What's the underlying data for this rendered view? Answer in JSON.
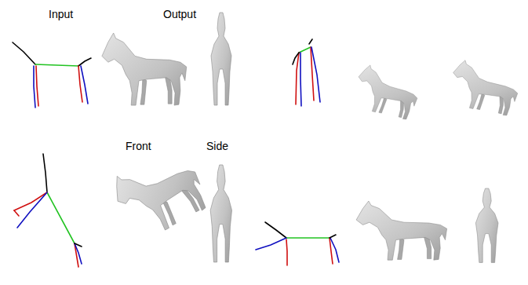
{
  "diagram": {
    "labels": [
      "Input",
      "Output",
      "Front",
      "Side"
    ]
  }
}
